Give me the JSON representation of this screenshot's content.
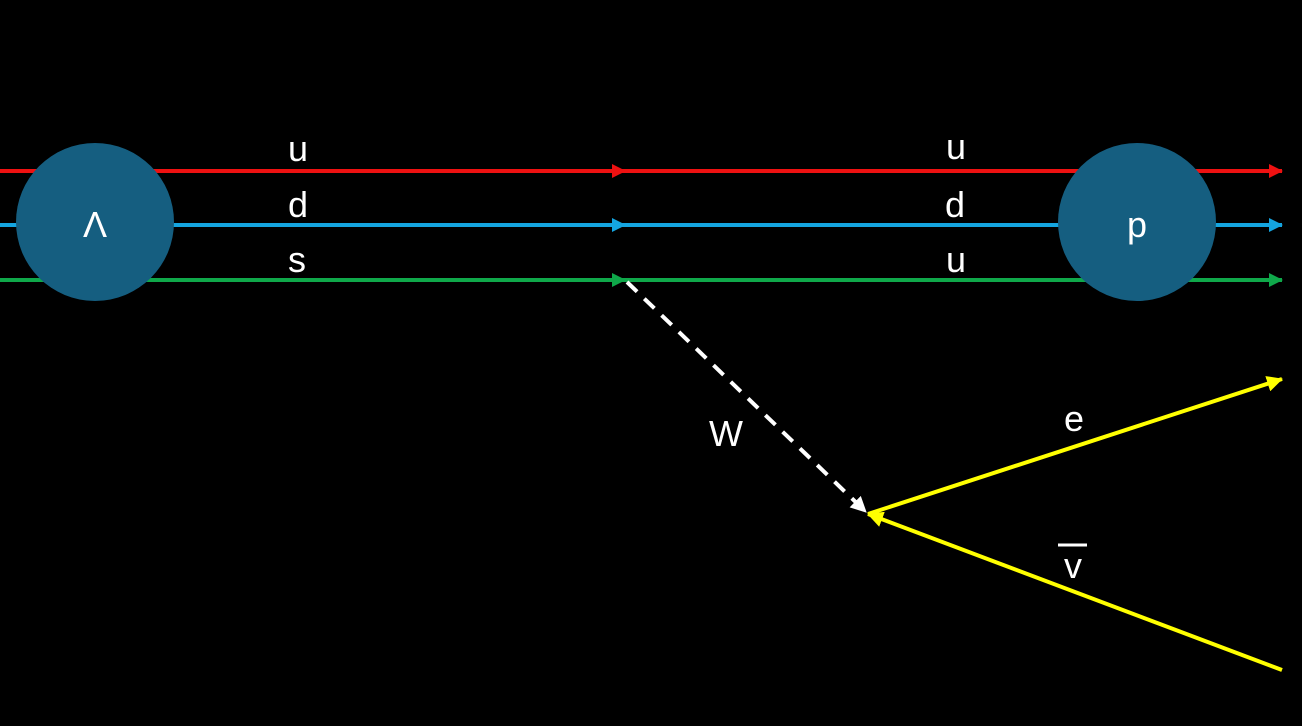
{
  "title": "Lambda baryon beta decay",
  "colors": {
    "background": "#000000",
    "up_quark_line": "#ee1111",
    "down_quark_line": "#14a5e0",
    "third_quark_line": "#0fa84a",
    "lepton_line": "#ffff00",
    "boson_line": "#ffffff",
    "hadron_fill": "#155e80"
  },
  "particles": {
    "initial": "Λ",
    "final": "p"
  },
  "quarks": {
    "initial": [
      "u",
      "d",
      "s"
    ],
    "final": [
      "u",
      "d",
      "u"
    ]
  },
  "boson": "W",
  "leptons": {
    "electron": "e",
    "antineutrino": "v"
  }
}
